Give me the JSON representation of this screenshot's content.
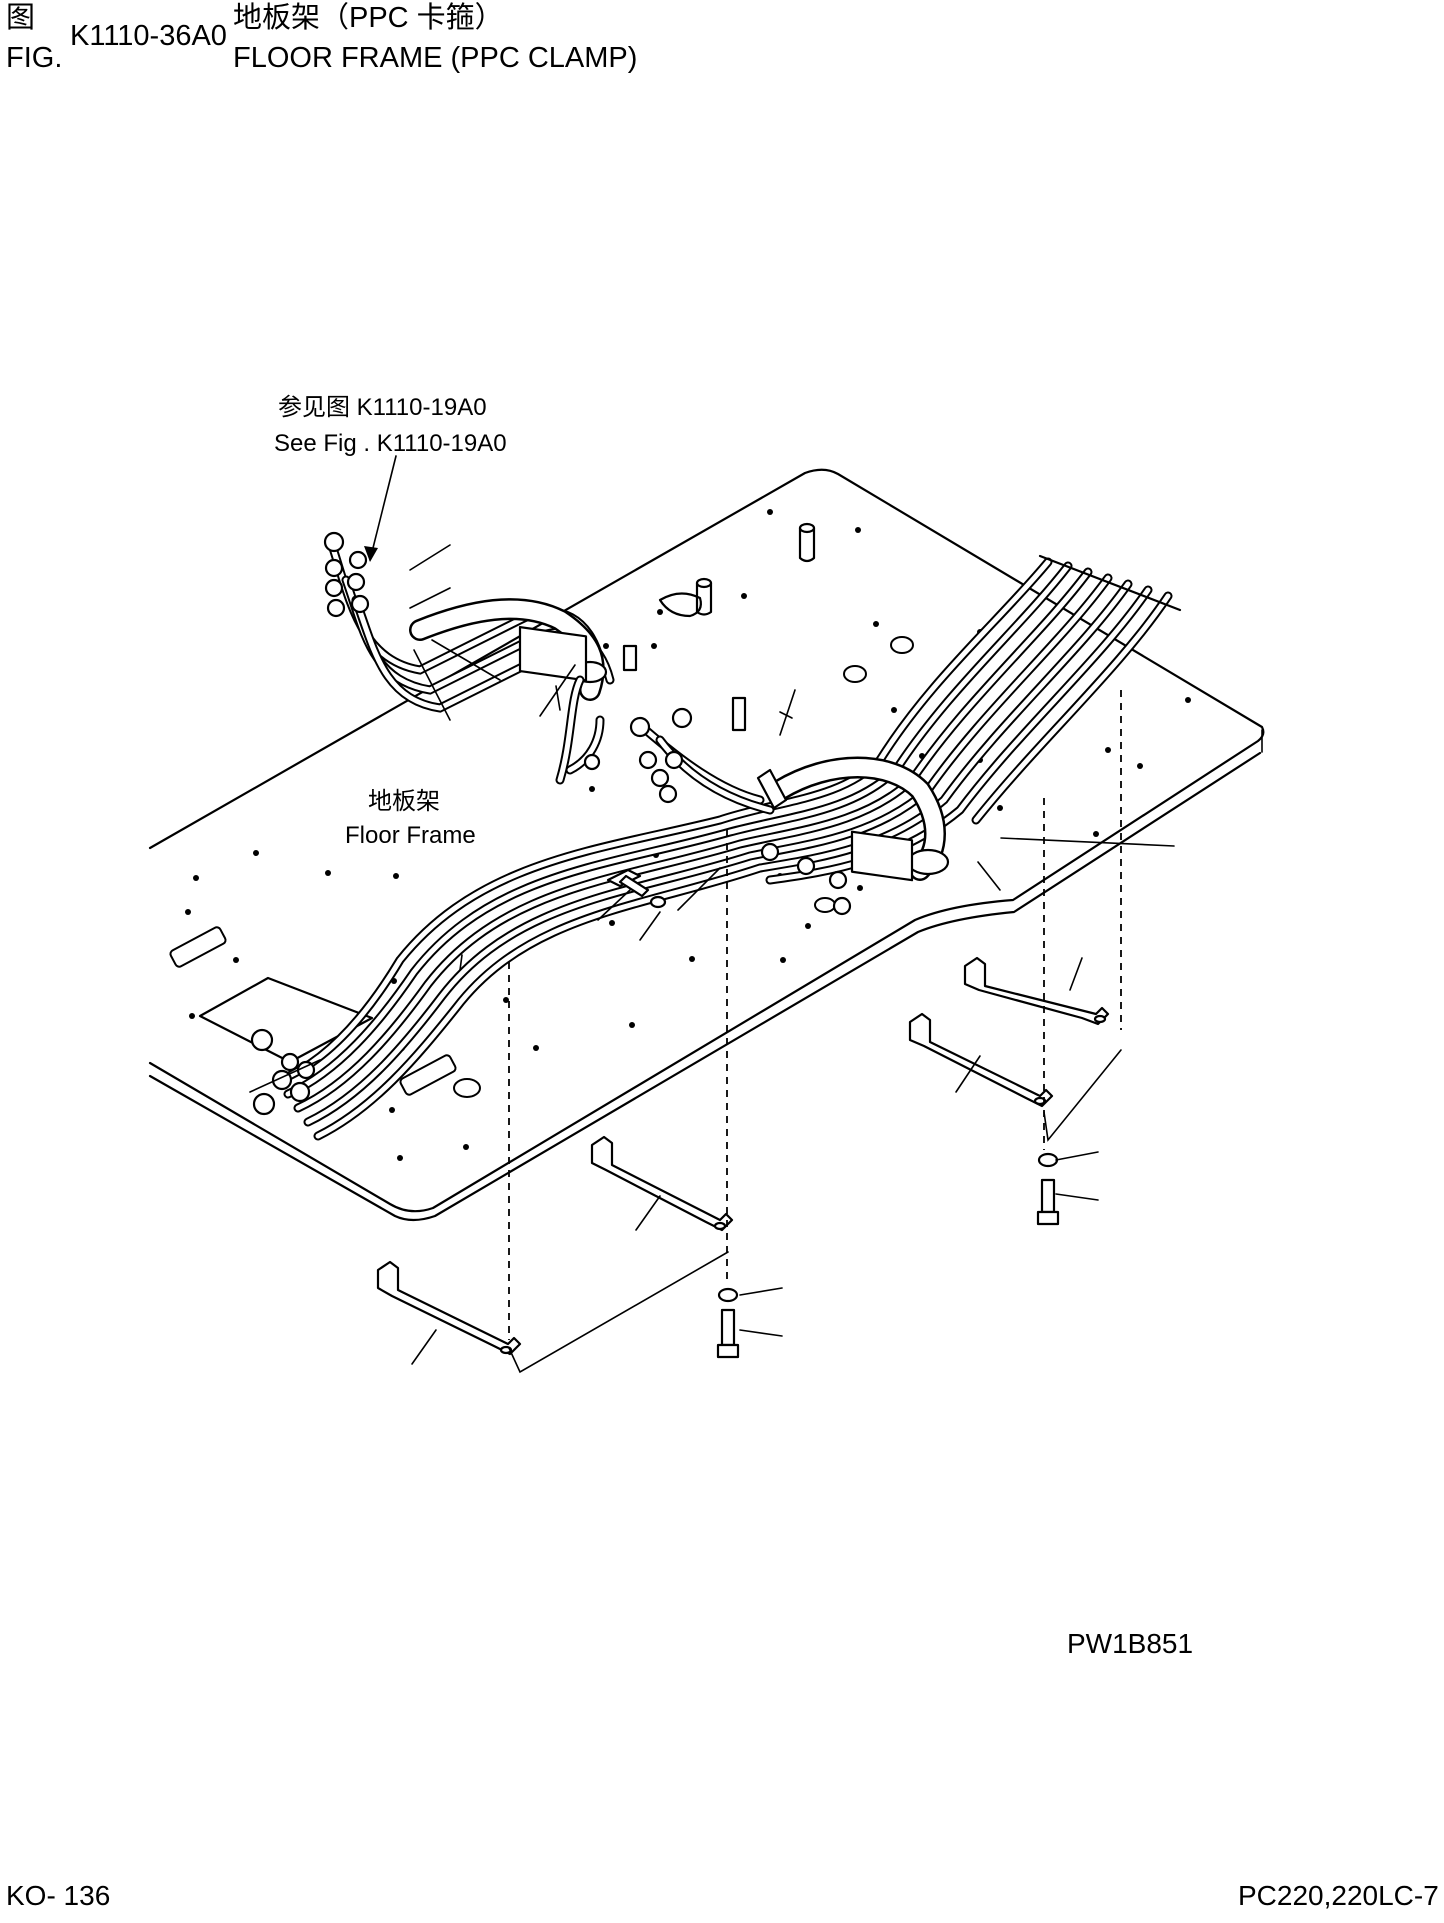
{
  "header": {
    "fig_label_cn": "图",
    "fig_label_en": "FIG.",
    "fig_number": "K1110-36A0",
    "title_cn": "地板架（PPC 卡箍）",
    "title_en": "FLOOR FRAME (PPC CLAMP)"
  },
  "callouts": {
    "reference_cn": "参见图 K1110-19A0",
    "reference_en": "See Fig . K1110-19A0",
    "floor_frame_cn": "地板架",
    "floor_frame_en": "Floor Frame"
  },
  "drawing_code": "PW1B851",
  "footer": {
    "page": "KO- 136",
    "model": "PC220,220LC-7"
  }
}
